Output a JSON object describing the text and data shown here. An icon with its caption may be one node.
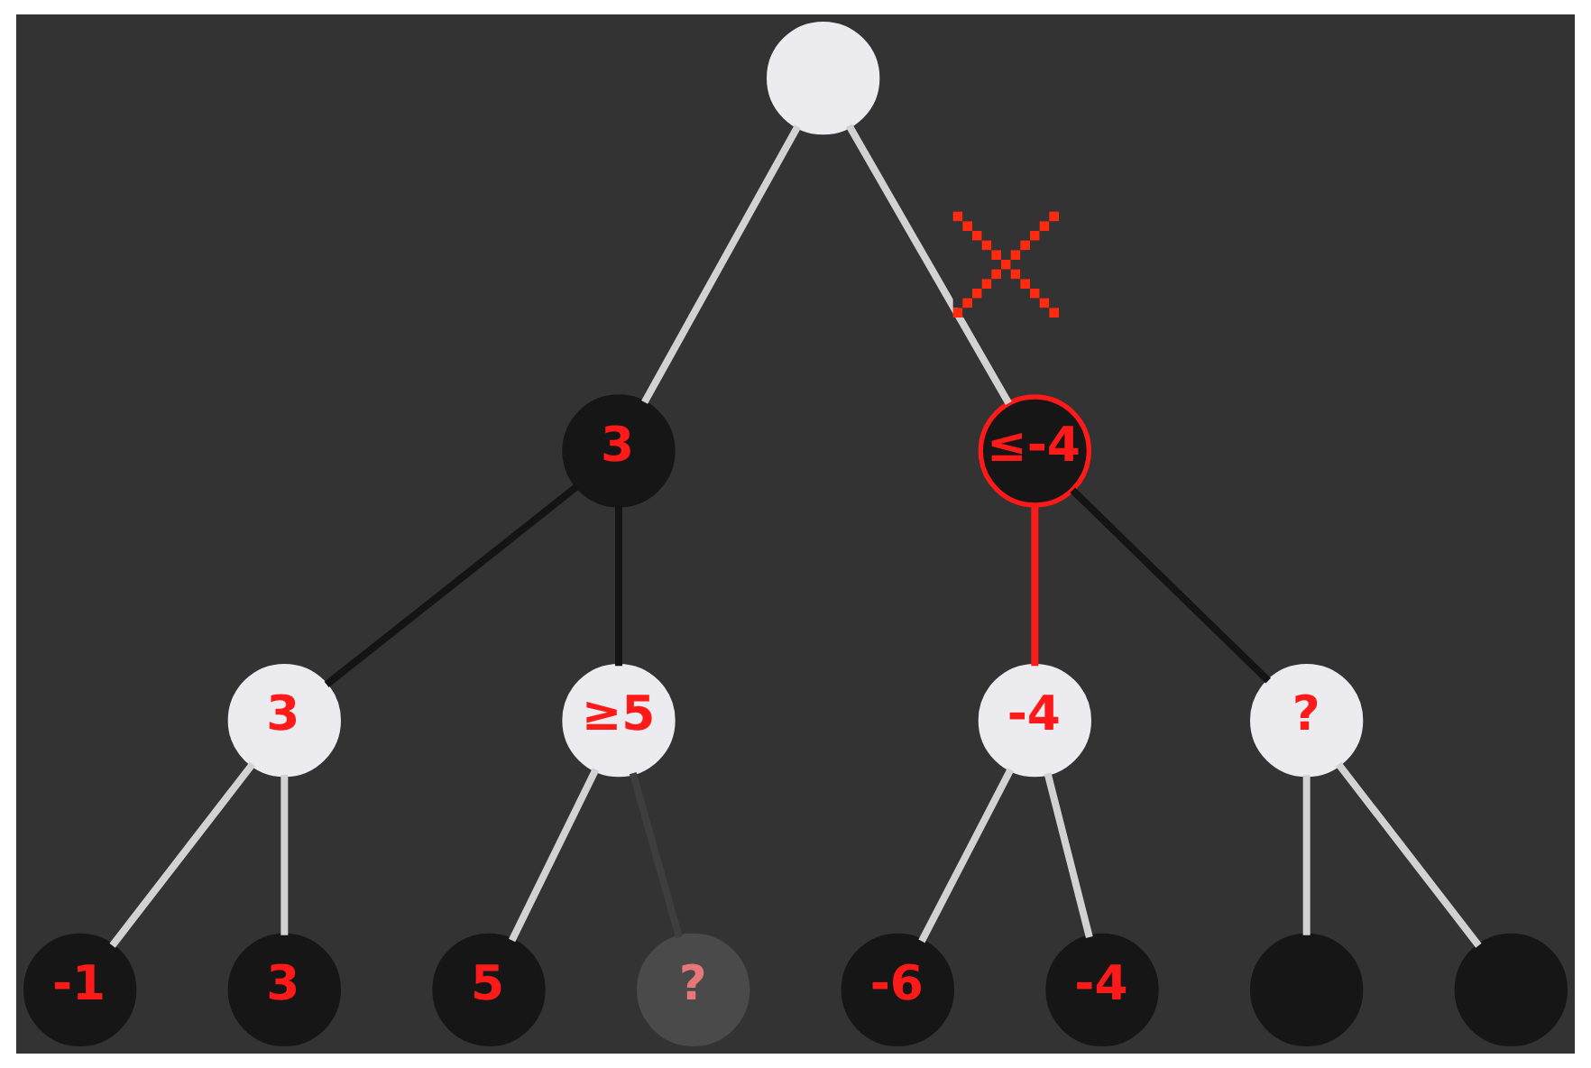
{
  "diagram": {
    "nodes": [
      {
        "text": [],
        "shape": "circle"
      },
      {
        "text": [
          "3"
        ]
      },
      {
        "text": [
          "≤-4"
        ]
      },
      {
        "text": [
          "3"
        ]
      },
      {
        "text": [
          "≥5"
        ]
      },
      {
        "text": [
          "-4"
        ]
      },
      {
        "text": [
          "?"
        ]
      },
      {
        "text": [
          "-1"
        ]
      },
      {
        "text": [
          "3"
        ]
      },
      {
        "text": [
          "5"
        ]
      },
      {
        "text": [
          "?"
        ]
      },
      {
        "text": [
          "-6"
        ]
      },
      {
        "text": [
          "-4"
        ]
      },
      {
        "text": [],
        "shape": "circle"
      },
      {
        "text": [],
        "shape": "circle"
      }
    ],
    "edges": [
      {
        "from": 0,
        "to": 1,
        "arrow": "none"
      },
      {
        "from": 0,
        "to": 2,
        "arrow": "none"
      },
      {
        "from": 1,
        "to": 3,
        "arrow": "none",
        "color": "#141414"
      },
      {
        "from": 1,
        "to": 4,
        "arrow": "none",
        "color": "#141414"
      },
      {
        "from": 2,
        "to": 5,
        "arrow": "none",
        "color": "#ff1a1a"
      },
      {
        "from": 2,
        "to": 6,
        "arrow": "none",
        "color": "#141414"
      },
      {
        "from": 3,
        "to": 7,
        "arrow": "none"
      },
      {
        "from": 3,
        "to": 8,
        "arrow": "none"
      },
      {
        "from": 4,
        "to": 9,
        "arrow": "none"
      },
      {
        "from": 4,
        "to": 10,
        "arrow": "none",
        "color": "#3e3e3e"
      },
      {
        "from": 5,
        "to": 11,
        "arrow": "none"
      },
      {
        "from": 5,
        "to": 12,
        "arrow": "none"
      },
      {
        "from": 6,
        "to": 13,
        "arrow": "none"
      },
      {
        "from": 6,
        "to": 14,
        "arrow": "none"
      }
    ]
  }
}
